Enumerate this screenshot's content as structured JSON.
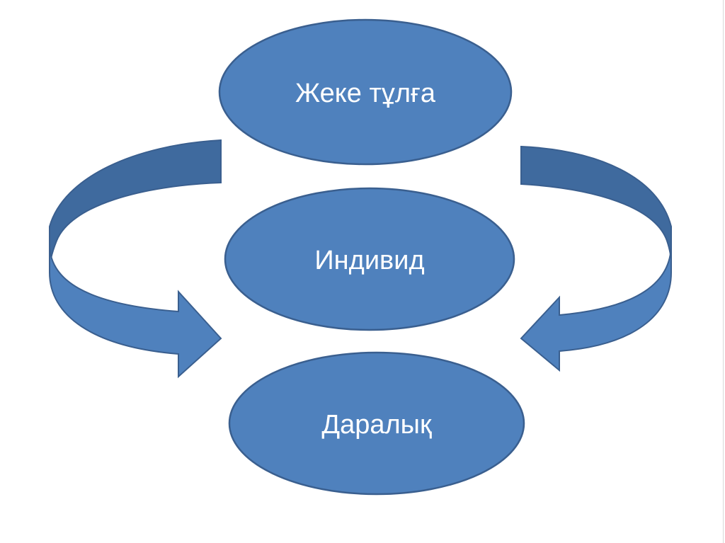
{
  "diagram": {
    "nodes": [
      {
        "id": "top",
        "label": "Жеке тұлға"
      },
      {
        "id": "middle",
        "label": "Индивид"
      },
      {
        "id": "bottom",
        "label": "Даралық"
      }
    ],
    "arrows": [
      {
        "id": "left-curved-arrow",
        "direction": "left-side-down-to-right"
      },
      {
        "id": "right-curved-arrow",
        "direction": "right-side-down-to-left"
      }
    ],
    "colors": {
      "fill": "#4f81bd",
      "fill_dark": "#3f6a9e",
      "stroke": "#3a5f8f",
      "text": "#ffffff"
    }
  }
}
